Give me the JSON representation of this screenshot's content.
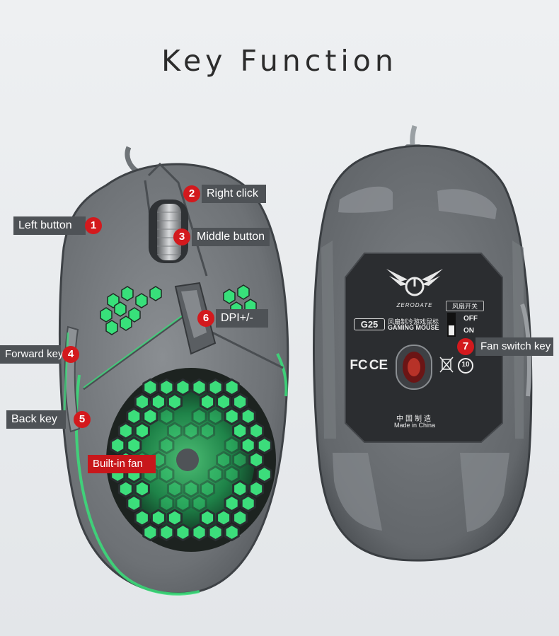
{
  "title": "Key Function",
  "labels": {
    "left_button": {
      "num": "1",
      "text": "Left button"
    },
    "right_click": {
      "num": "2",
      "text": "Right click"
    },
    "middle_button": {
      "num": "3",
      "text": "Middle button"
    },
    "forward_key": {
      "num": "4",
      "text": "Forward key"
    },
    "back_key": {
      "num": "5",
      "text": "Back key"
    },
    "dpi": {
      "num": "6",
      "text": "DPI+/-"
    },
    "fan_switch": {
      "num": "7",
      "text": "Fan switch key"
    },
    "builtin_fan": {
      "text": "Built-in fan"
    }
  },
  "bottom_label": {
    "brand": "ZERODATE",
    "model": "G25",
    "cn_name": "风扇制冷游戏鼠标",
    "en_name": "GAMING MOUSE",
    "fan_switch_cn": "风扇开关",
    "off": "OFF",
    "on": "ON",
    "fc": "FC",
    "ce": "CE",
    "rating": "10",
    "made_cn": "中国制造",
    "made_en": "Made in China"
  },
  "colors": {
    "accent_green": "#38e07a",
    "badge_red": "#d3191d",
    "label_gray": "#4e5256"
  }
}
